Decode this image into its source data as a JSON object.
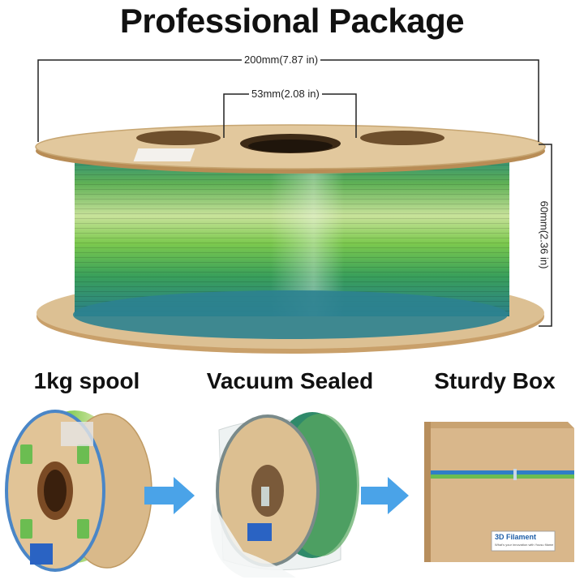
{
  "title": "Professional Package",
  "dimensions": {
    "diameter": "200mm(7.87 in)",
    "hub": "53mm(2.08 in)",
    "width": "60mm(2.36 in)"
  },
  "captions": {
    "spool": "1kg spool",
    "vacuum": "Vacuum Sealed",
    "box": "Sturdy Box"
  },
  "box_label": {
    "title": "3D Filament",
    "tagline": "What's your innovation with Yousu filament?"
  },
  "colors": {
    "arrow": "#4aa3e8",
    "cardboard": "#d8b98a",
    "filament_teal": "#2e8f82",
    "filament_green": "#7bc646"
  }
}
